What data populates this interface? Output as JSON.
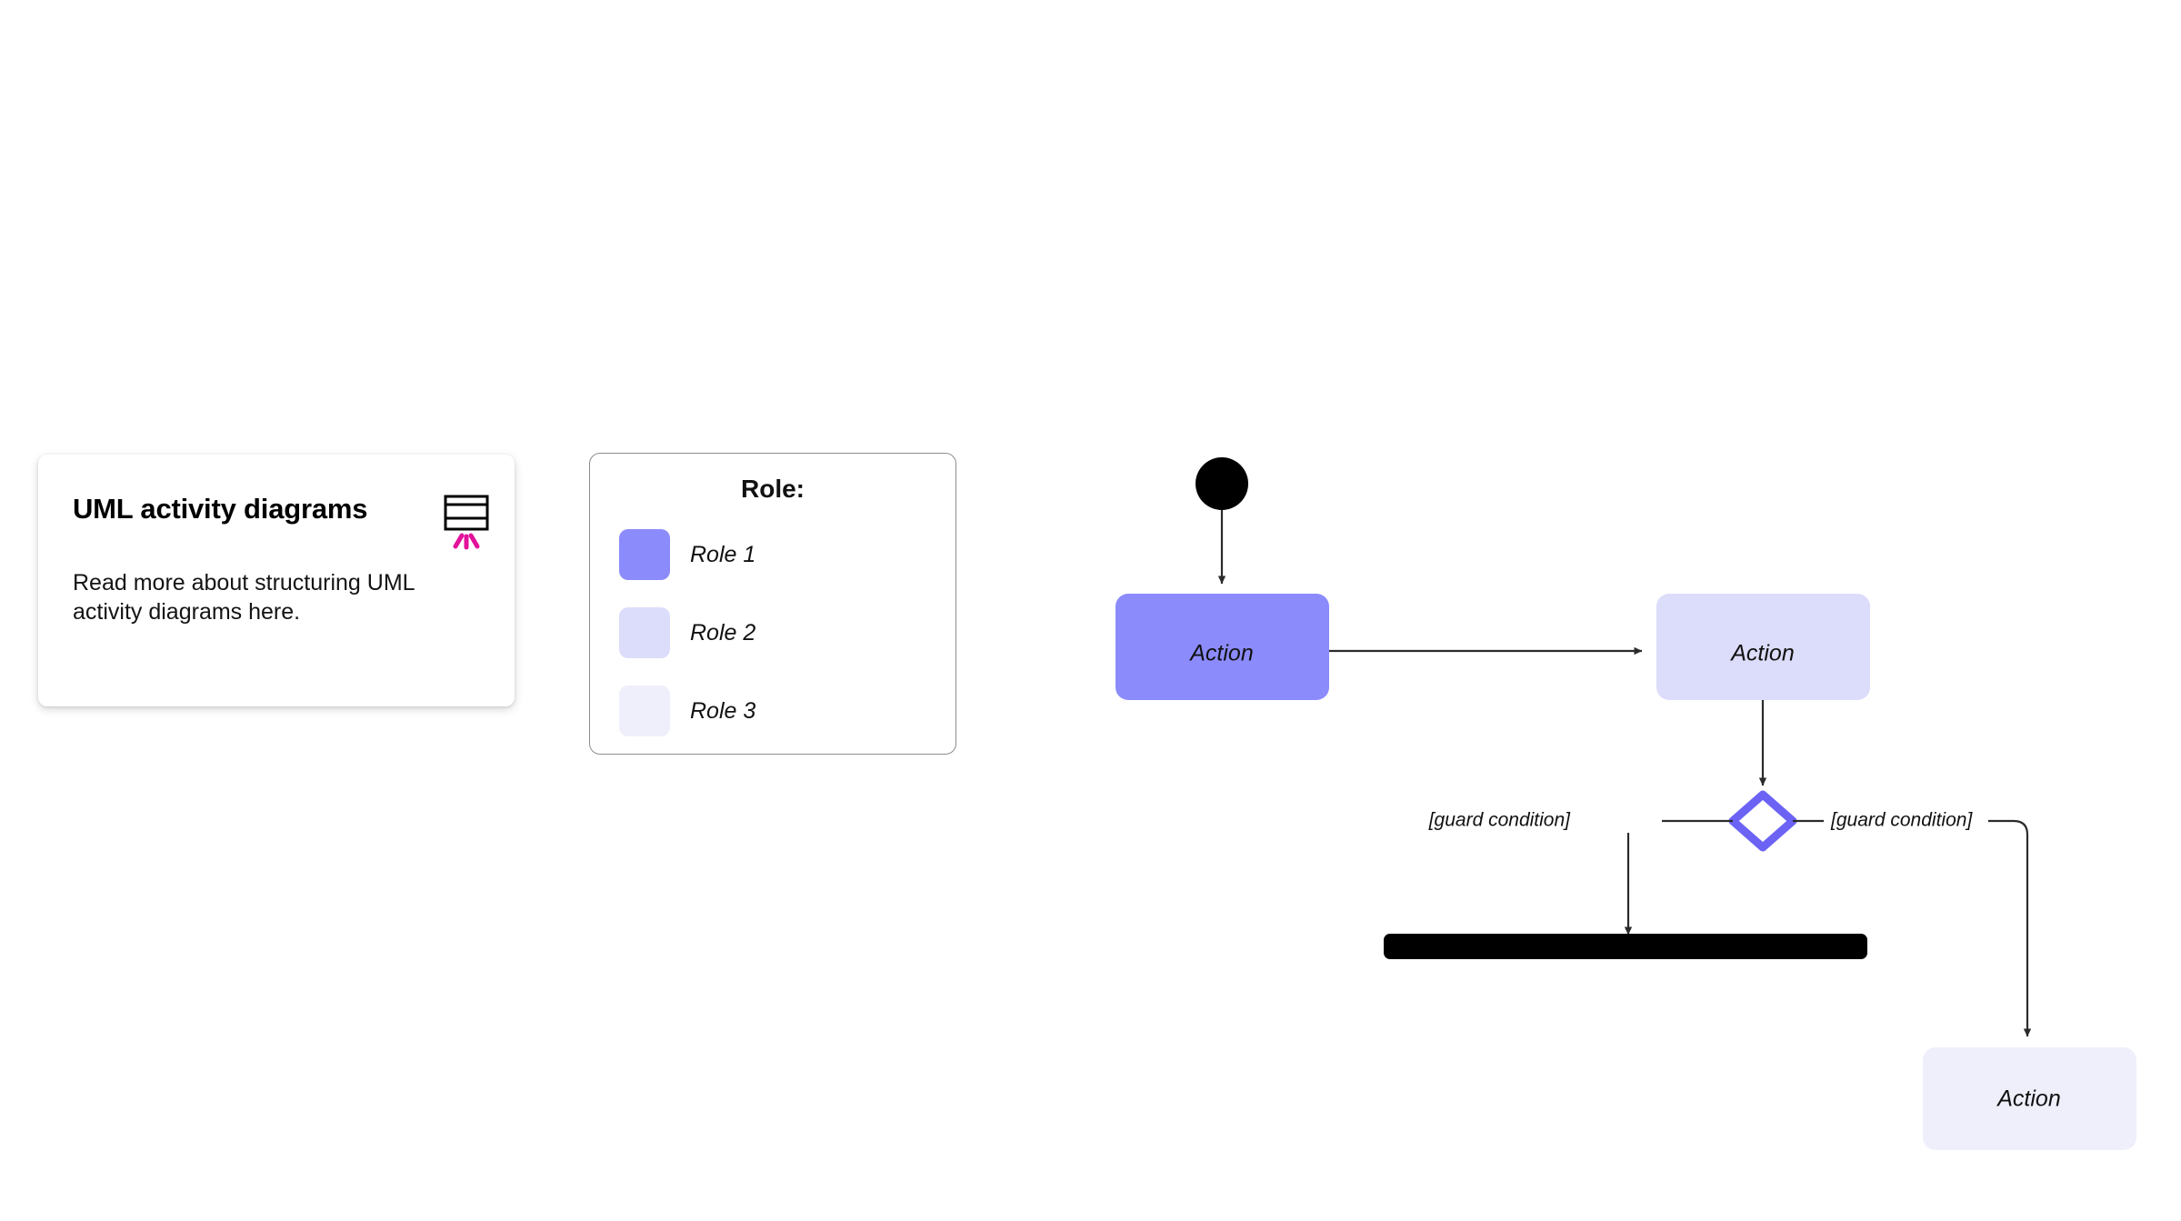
{
  "card": {
    "title": "UML activity diagrams",
    "body": "Read more about structuring UML activity diagrams here.",
    "icon": "table-rays-icon",
    "ray_color": "#E3129B",
    "icon_color": "#000000"
  },
  "legend": {
    "title": "Role:",
    "items": [
      {
        "label": "Role 1",
        "color": "#8B8BFC"
      },
      {
        "label": "Role 2",
        "color": "#DCDCFB"
      },
      {
        "label": "Role 3",
        "color": "#EFEFFC"
      }
    ]
  },
  "diagram": {
    "type": "uml-activity-diagram",
    "nodes": [
      {
        "id": "start",
        "type": "initial-node",
        "label": "",
        "color": "#000000"
      },
      {
        "id": "action1",
        "type": "action",
        "label": "Action",
        "role": "Role 1",
        "color": "#8B8BFC"
      },
      {
        "id": "action2",
        "type": "action",
        "label": "Action",
        "role": "Role 2",
        "color": "#DCDCFB"
      },
      {
        "id": "decision",
        "type": "decision-node",
        "label": "",
        "color": "#6C63F5"
      },
      {
        "id": "bar",
        "type": "fork-join-bar",
        "label": "",
        "color": "#000000"
      },
      {
        "id": "action3",
        "type": "action",
        "label": "Action",
        "role": "Role 3",
        "color": "#EFEFFC"
      }
    ],
    "edges": [
      {
        "from": "start",
        "to": "action1",
        "label": ""
      },
      {
        "from": "action1",
        "to": "action2",
        "label": ""
      },
      {
        "from": "action2",
        "to": "decision",
        "label": ""
      },
      {
        "from": "decision",
        "to": "bar",
        "label": "[guard condition]"
      },
      {
        "from": "decision",
        "to": "action3",
        "label": "[guard condition]"
      }
    ],
    "guard_left": "[guard condition]",
    "guard_right": "[guard condition]",
    "edge_color": "#2b2b2b"
  }
}
